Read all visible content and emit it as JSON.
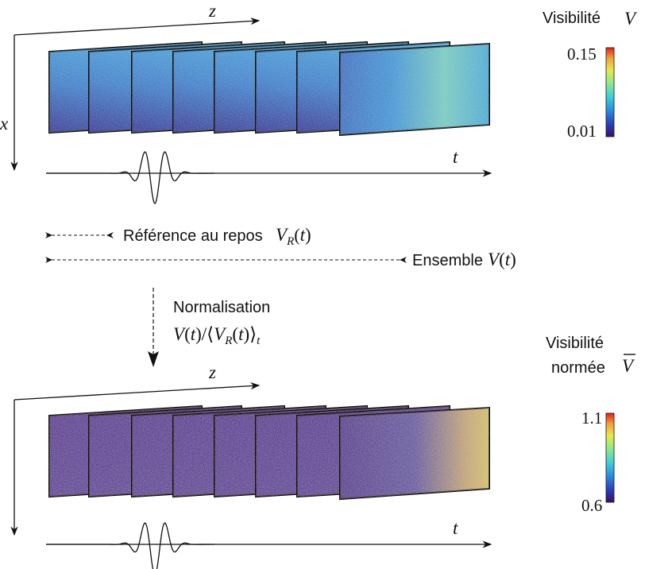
{
  "top_panel": {
    "axis_z": "z",
    "axis_x": "x",
    "axis_t": "t",
    "colorbar": {
      "title": "Visibilité",
      "symbol": "V",
      "max": "0.15",
      "min": "0.01",
      "colormap": [
        "#3a0f6e",
        "#2a3fb8",
        "#2a8fe0",
        "#3fd0d8",
        "#8ee88a",
        "#e8e84a",
        "#f0a23a",
        "#e8201e"
      ]
    },
    "frame_base_color": "#2e6fb8",
    "frame_hot_color": "#8fd79a"
  },
  "legend": {
    "reference_label": "Référence au repos",
    "reference_symbol": "V_R(t)",
    "ensemble_label": "Ensemble",
    "ensemble_symbol": "V(t)"
  },
  "normalisation": {
    "label": "Normalisation",
    "formula": "V(t)/⟨V_R(t)⟩_t"
  },
  "bottom_panel": {
    "axis_z": "z",
    "axis_t": "t",
    "colorbar": {
      "title_line1": "Visibilité",
      "title_line2": "normée",
      "symbol": "V̄",
      "max": "1.1",
      "min": "0.6"
    },
    "frame_base_color": "#3b2a8a",
    "frame_hot_color": "#c9b25a"
  }
}
